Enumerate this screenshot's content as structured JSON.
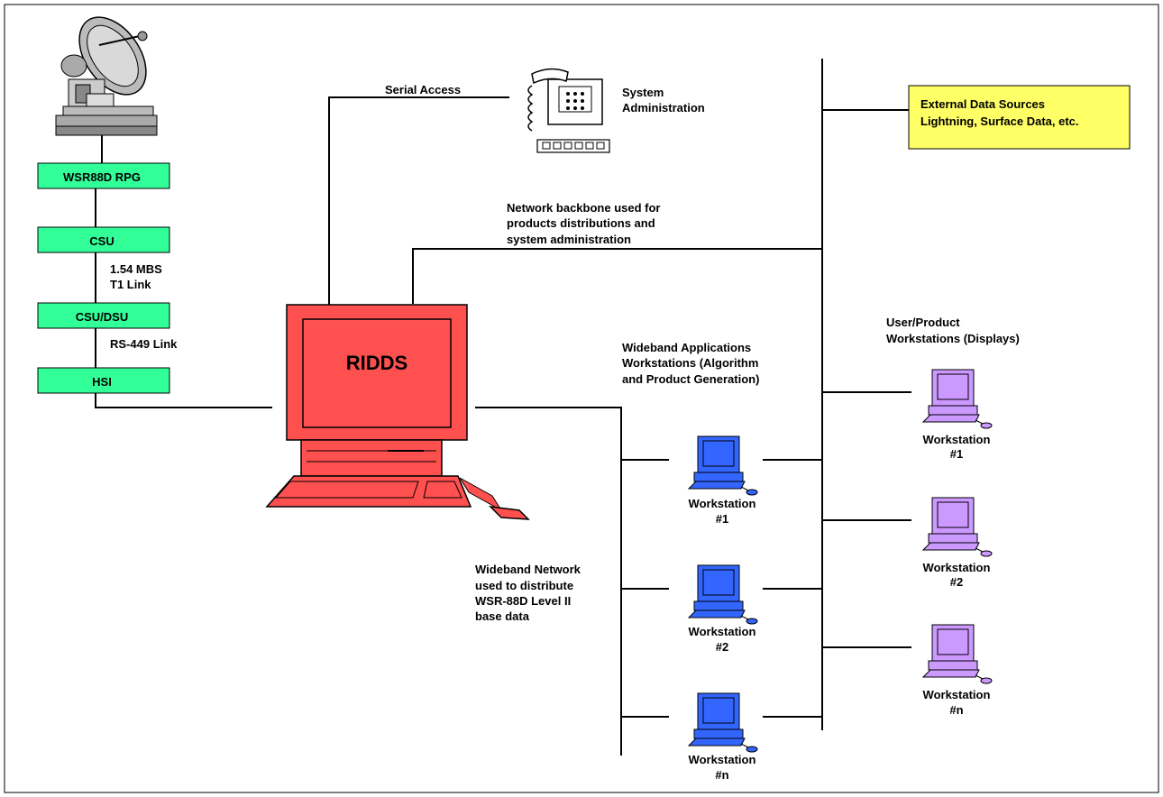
{
  "radar_chain": [
    {
      "id": "rpg",
      "label": "WSR88D RPG"
    },
    {
      "id": "csu",
      "label": "CSU"
    },
    {
      "id": "csu_dsu",
      "label": "CSU/DSU"
    },
    {
      "id": "hsi",
      "label": "HSI"
    }
  ],
  "links": {
    "t1_line1": "1.54 MBS",
    "t1_line2": "T1 Link",
    "rs449": "RS-449 Link",
    "serial_access": "Serial Access"
  },
  "system_admin": {
    "line1": "System",
    "line2": "Administration"
  },
  "external_sources": {
    "line1": "External Data Sources",
    "line2": "Lightning, Surface Data, etc."
  },
  "backbone": {
    "line1": "Network backbone used for",
    "line2": "products distributions and",
    "line3": "system administration"
  },
  "ridds_label": "RIDDS",
  "wideband_apps": {
    "line1": "Wideband Applications",
    "line2": "Workstations (Algorithm",
    "line3": "and Product Generation)"
  },
  "wideband_network": {
    "line1": "Wideband Network",
    "line2": "used to distribute",
    "line3": "WSR-88D Level II",
    "line4": "base data"
  },
  "user_product": {
    "line1": "User/Product",
    "line2": "Workstations (Displays)"
  },
  "blue_workstations": [
    {
      "name": "Workstation",
      "num": "#1"
    },
    {
      "name": "Workstation",
      "num": "#2"
    },
    {
      "name": "Workstation",
      "num": "#n"
    }
  ],
  "purple_workstations": [
    {
      "name": "Workstation",
      "num": "#1"
    },
    {
      "name": "Workstation",
      "num": "#2"
    },
    {
      "name": "Workstation",
      "num": "#n"
    }
  ],
  "colors": {
    "green_box": "#33ff99",
    "yellow_box": "#ffff66",
    "ridds_red": "#ff5050",
    "blue_ws": "#3366ff",
    "purple_ws": "#cc99ff"
  }
}
